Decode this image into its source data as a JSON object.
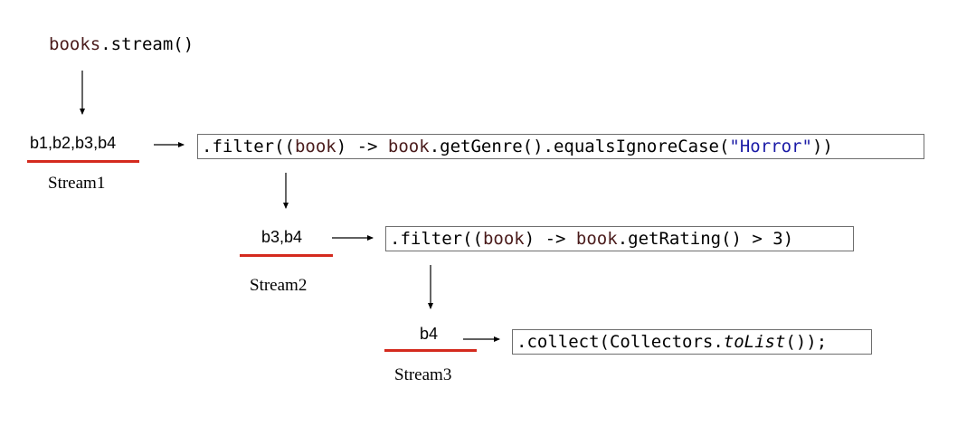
{
  "source": {
    "receiver": "books",
    "dot": ".",
    "method": "stream()"
  },
  "stages": [
    {
      "elements": "b1,b2,b3,b4",
      "stream_label": "Stream1",
      "op": {
        "part1": ".filter((",
        "var1": "book",
        "part2": ") -> ",
        "var2": "book",
        "part3": ".getGenre().equalsIgnoreCase(",
        "literal": "\"Horror\"",
        "part4": "))"
      }
    },
    {
      "elements": "b3,b4",
      "stream_label": "Stream2",
      "op": {
        "part1": ".filter((",
        "var1": "book",
        "part2": ") -> ",
        "var2": "book",
        "part3": ".getRating() > 3)"
      }
    },
    {
      "elements": "b4",
      "stream_label": "Stream3",
      "op": {
        "part1": ".collect(Collectors.",
        "method_italic": "toList",
        "part2": "());"
      }
    }
  ],
  "colors": {
    "underline": "#d42a1e",
    "identifier": "#4a1b1b",
    "string_literal": "#1a1aa6",
    "box_border": "#6e6e6e"
  }
}
